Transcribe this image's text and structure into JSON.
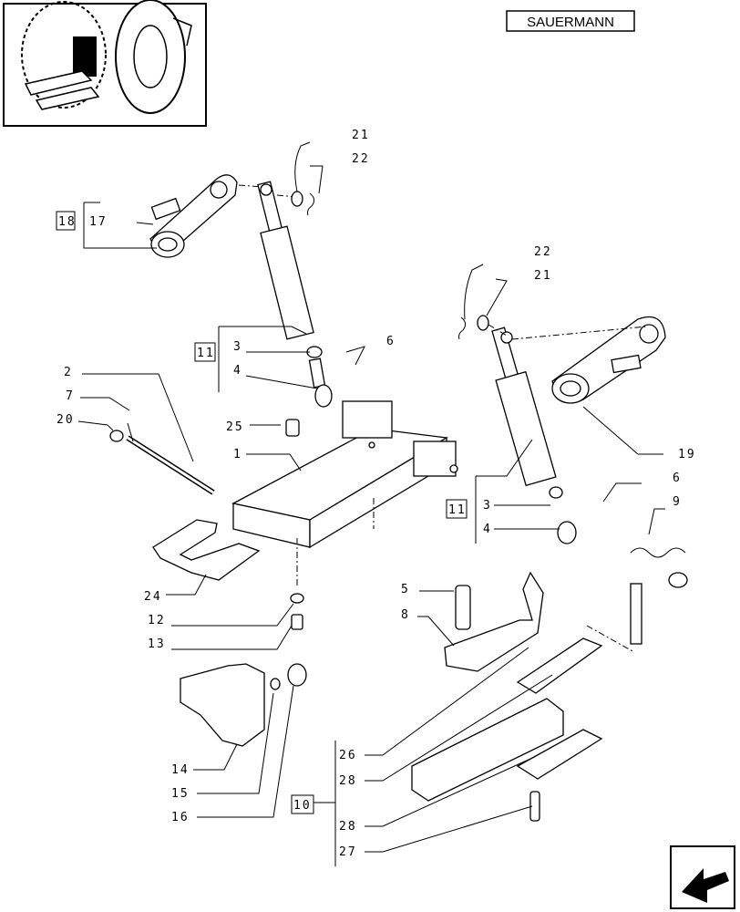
{
  "brand_label": "SAUERMANN",
  "callouts": {
    "c1": "1",
    "c2": "2",
    "c3a": "3",
    "c3b": "3",
    "c4a": "4",
    "c4b": "4",
    "c5": "5",
    "c6a": "6",
    "c6b": "6",
    "c7": "7",
    "c8": "8",
    "c9": "9",
    "c10": "10",
    "c11a": "11",
    "c11b": "11",
    "c12": "12",
    "c13": "13",
    "c14": "14",
    "c15": "15",
    "c16": "16",
    "c17": "17",
    "c18": "18",
    "c19": "19",
    "c20": "20",
    "c21a": "21",
    "c21b": "21",
    "c22a": "22",
    "c22b": "22",
    "c24": "24",
    "c25": "25",
    "c26": "26",
    "c27": "27",
    "c28a": "28",
    "c28b": "28"
  },
  "icons": {
    "thumbnail": "tractor-thumbnail-icon",
    "navigation": "arrow-navigation-icon"
  }
}
